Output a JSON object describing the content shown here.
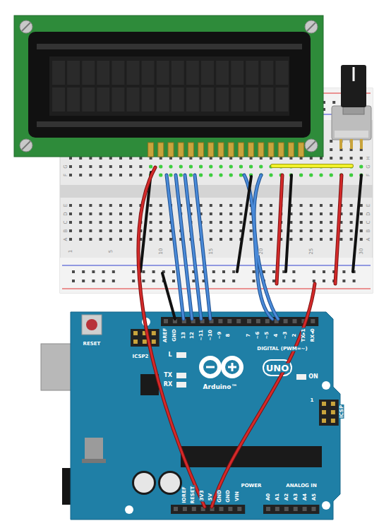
{
  "diagram": {
    "labels": [
      "RESET",
      "ICSP2",
      "AREF",
      "GND",
      "13",
      "12",
      "~11",
      "~10",
      "~9",
      "8",
      "7",
      "~6",
      "~5",
      "4",
      "~3",
      "2",
      "TX▸1",
      "RX◂0",
      "DIGITAL (PWM=~)",
      "L",
      "TX",
      "RX",
      "UNO",
      "Arduino™",
      "ON",
      "1",
      "ICSP",
      "IOREF",
      "RESET",
      "3V3",
      "5V",
      "GND",
      "GND",
      "VIN",
      "POWER",
      "ANALOG IN",
      "A0",
      "A1",
      "A2",
      "A3",
      "A4",
      "A5",
      "G",
      "F",
      "E",
      "D",
      "C",
      "B",
      "A",
      "1",
      "5",
      "10",
      "15",
      "20",
      "25",
      "30",
      "H",
      "G",
      "F",
      "E",
      "D",
      "C",
      "B",
      "A"
    ]
  }
}
